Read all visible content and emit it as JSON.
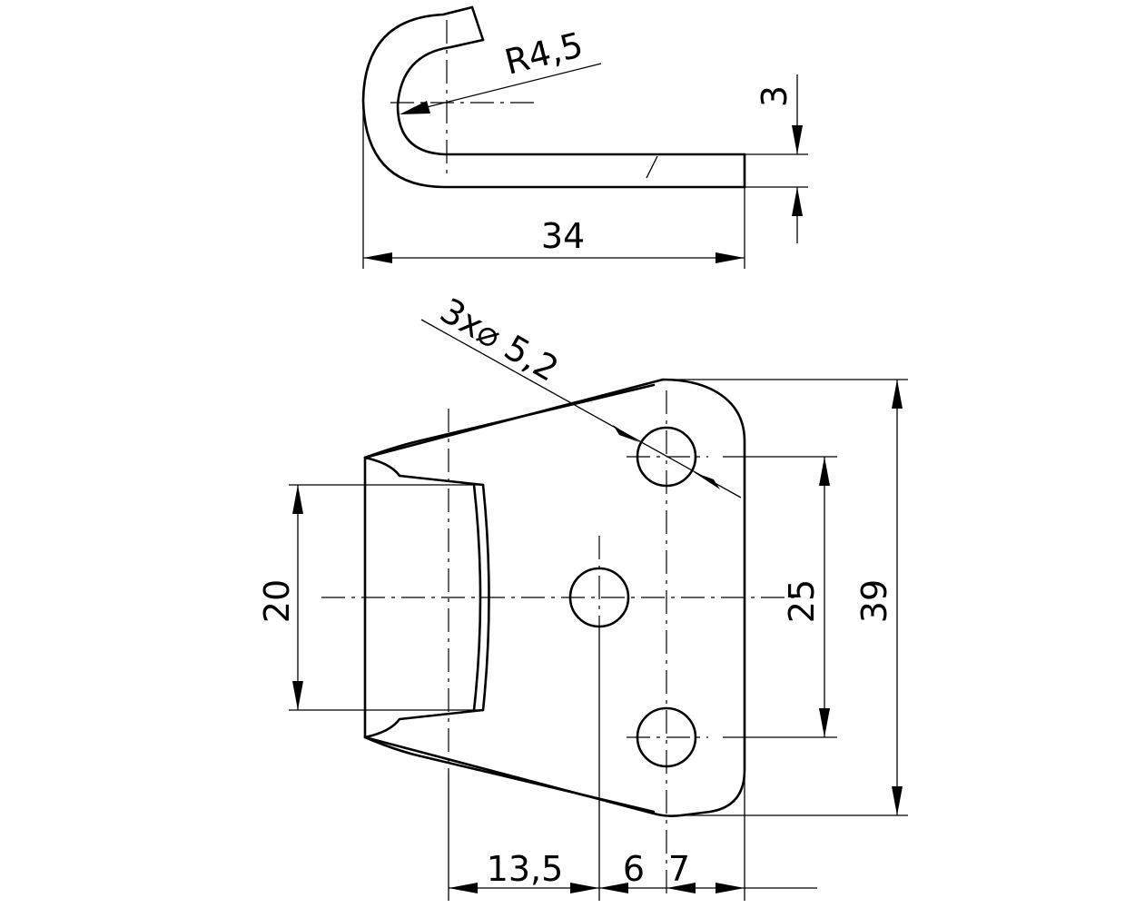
{
  "drawing": {
    "side_view": {
      "bend_radius": "R4,5",
      "thickness": "3",
      "length": "34"
    },
    "top_view": {
      "hole_callout": "3x⌀ 5,2",
      "slot_width": "20",
      "hole_spacing": "25",
      "overall_height": "39",
      "dist_left": "13,5",
      "dist_mid": "6",
      "dist_right": "7"
    }
  }
}
